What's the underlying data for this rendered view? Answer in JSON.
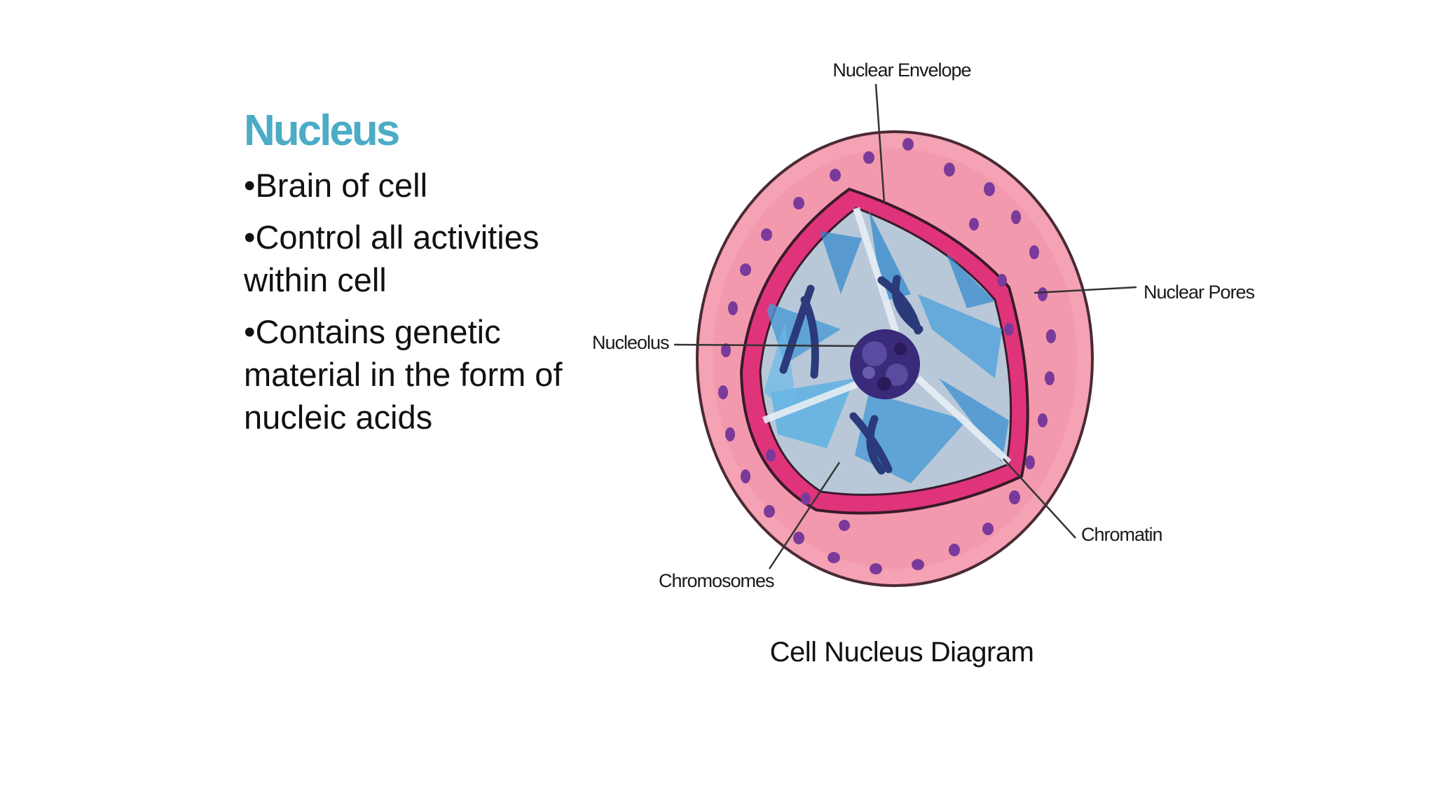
{
  "title": "Nucleus",
  "bullets": [
    "•Brain of cell",
    "•Control all activities within cell",
    "•Contains genetic material in the form of  nucleic acids"
  ],
  "diagram": {
    "caption": "Cell Nucleus Diagram",
    "labels": {
      "nuclear_envelope": "Nuclear Envelope",
      "nuclear_pores": "Nuclear Pores",
      "nucleolus": "Nucleolus",
      "chromatin": "Chromatin",
      "chromosomes": "Chromosomes"
    }
  },
  "colors": {
    "title": "#4bacc6",
    "cytoplasm": "#f28ea6",
    "envelope": "#e0347a",
    "nucleoplasm": "#5aa8dc",
    "nucleolus": "#3a2a7a",
    "pores": "#7a3a9a"
  }
}
